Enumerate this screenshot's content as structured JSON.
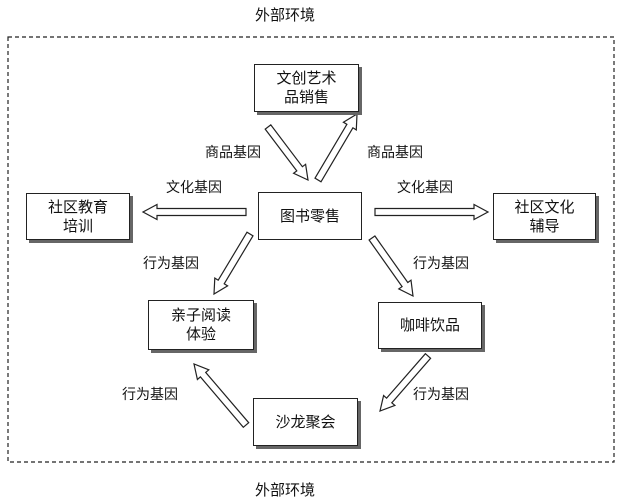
{
  "environment": {
    "label_top": "外部环境",
    "label_bottom": "外部环境"
  },
  "nodes": {
    "wenchuang": "文创艺术\n品销售",
    "shequ_jiaoyu": "社区教育\n培训",
    "tushu": "图书零售",
    "shequ_wenhua": "社区文化\n辅导",
    "qinzi": "亲子阅读\n体验",
    "kafei": "咖啡饮品",
    "shalong": "沙龙聚会"
  },
  "edge_labels": {
    "shangpin_left": "商品基因",
    "shangpin_right": "商品基因",
    "wenhua_left": "文化基因",
    "wenhua_right": "文化基因",
    "xingwei_qinzi": "行为基因",
    "xingwei_kafei": "行为基因",
    "xingwei_shalong_kafei": "行为基因",
    "xingwei_shalong_qinzi": "行为基因"
  }
}
